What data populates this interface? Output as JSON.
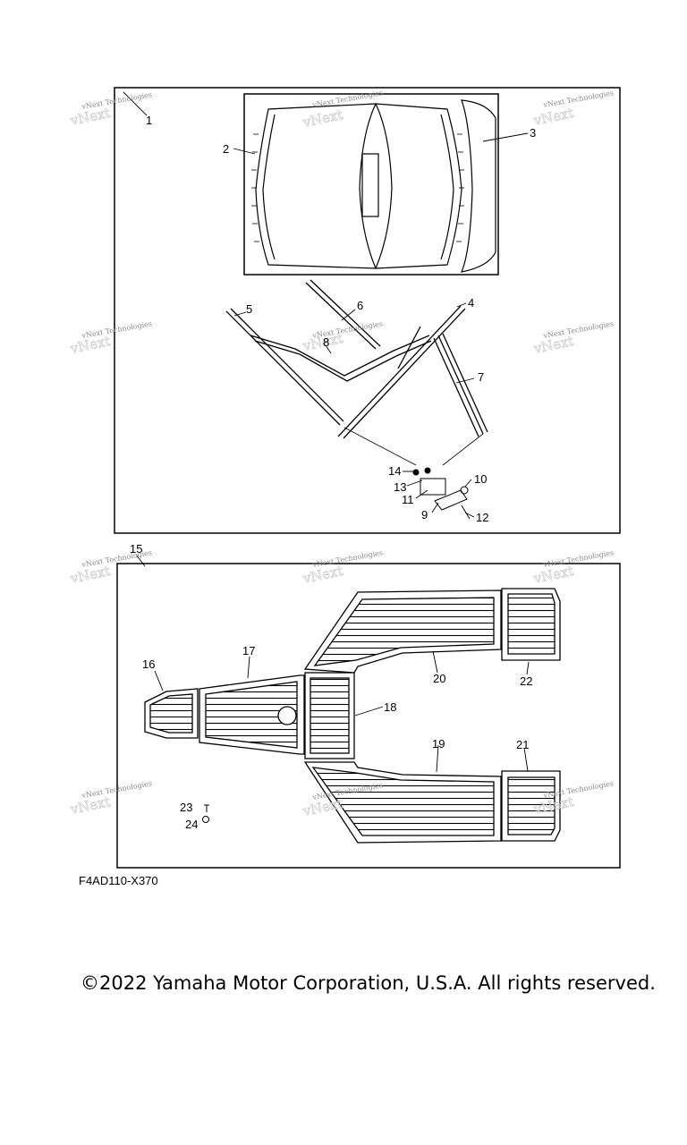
{
  "callouts": {
    "c1": "1",
    "c2": "2",
    "c3": "3",
    "c4": "4",
    "c5": "5",
    "c6": "6",
    "c7": "7",
    "c8": "8",
    "c9": "9",
    "c10": "10",
    "c11": "11",
    "c12": "12",
    "c13": "13",
    "c14": "14",
    "c15": "15",
    "c16": "16",
    "c17": "17",
    "c18": "18",
    "c19": "19",
    "c20": "20",
    "c21": "21",
    "c22": "22",
    "c23": "23",
    "c24": "24"
  },
  "watermark": {
    "text": "vNext Technologies"
  },
  "figure_code": "F4AD110-X370",
  "copyright": "©2022 Yamaha Motor Corporation, U.S.A. All rights reserved."
}
